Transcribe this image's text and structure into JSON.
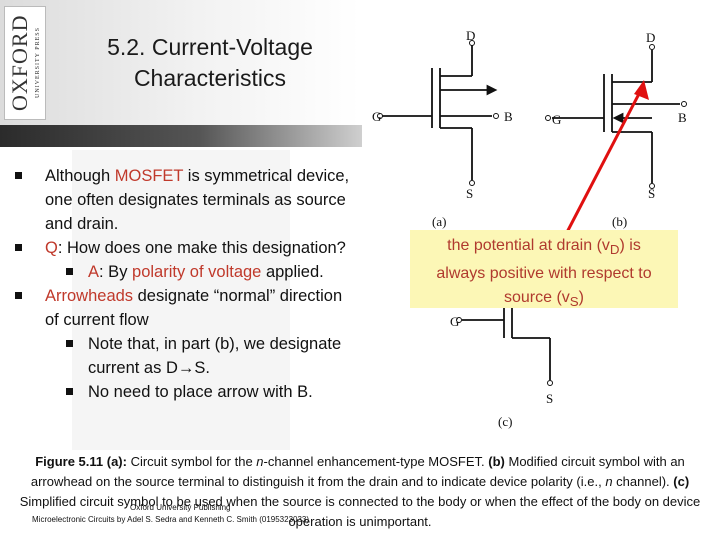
{
  "logo": {
    "word": "OXFORD",
    "sub": "UNIVERSITY PRESS"
  },
  "header": {
    "title_line1": "5.2. Current-Voltage",
    "title_line2": "Characteristics"
  },
  "bullets": {
    "b1_red": "MOSFET",
    "b1_pre": "Although ",
    "b1_post": " is symmetrical device, one often designates terminals as source and drain.",
    "b2_red": "Q",
    "b2_post": ": How does one make this designation?",
    "b3_red": "A",
    "b3_mid": ": By ",
    "b3_red2": "polarity of voltage",
    "b3_post": " applied.",
    "b4_red": "Arrowheads",
    "b4_post": " designate “normal” direction of current flow",
    "b5": "Note that, in part (b), we designate current as D→S.",
    "b6": "No need to place arrow with B."
  },
  "circuit": {
    "label_D_a": "D",
    "label_G_a": "G",
    "label_B_a": "B",
    "label_S_a": "S",
    "label_a": "(a)",
    "label_D_b": "D",
    "label_G_b": "G",
    "label_B_b": "B",
    "label_S_b": "S",
    "label_b": "(b)",
    "label_G_c": "G",
    "label_S_c": "S",
    "label_c": "(c)"
  },
  "highlight": {
    "line1_pre": "the potential at drain (v",
    "line1_sub": "D",
    "line1_post": ") is",
    "line2": "always positive with respect to",
    "line3_pre": "source (v",
    "line3_sub": "S",
    "line3_post": ")"
  },
  "caption": {
    "fig_label": "Figure 5.11 (a):",
    "part1": " Circuit symbol for the ",
    "n1": "n",
    "part2": "-channel enhancement-type MOSFET. ",
    "b_label": "(b)",
    "part3": " Modified circuit symbol with an arrowhead on the source terminal to distinguish it from the drain and to indicate device polarity (i.e., ",
    "n2": "n",
    "part4": " channel). ",
    "c_label": "(c)",
    "part5": " Simplified circuit symbol to be used when the source is connected to the body or when the effect of the body on device operation is unimportant."
  },
  "footer": {
    "publisher": "Oxford University Publishing",
    "book": "Microelectronic Circuits by Adel S. Sedra and Kenneth C. Smith (0195323033)"
  },
  "colors": {
    "accent_red": "#c0392b",
    "arrow_red": "#e01010",
    "highlight_yellow": "#fcf7b6"
  }
}
